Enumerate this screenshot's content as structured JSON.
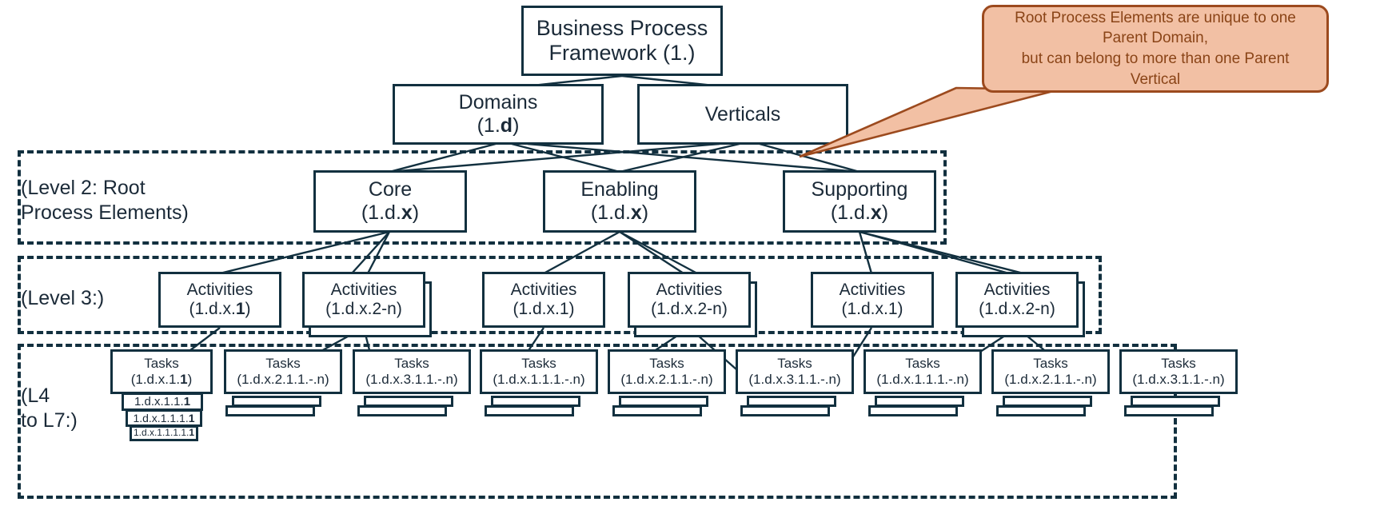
{
  "diagram": {
    "title_box": {
      "line1": "Business Process",
      "line2": "Framework (1.)"
    },
    "level1": [
      {
        "line1": "Domains",
        "line2": "(1.d)"
      },
      {
        "line1": "Verticals",
        "line2": ""
      }
    ],
    "level2": [
      {
        "line1": "Core",
        "line2": "(1.d.x)"
      },
      {
        "line1": "Enabling",
        "line2": "(1.d.x)"
      },
      {
        "line1": "Supporting",
        "line2": "(1.d.x)"
      }
    ],
    "level3": [
      {
        "line1": "Activities",
        "line2": "(1.d.x.1)"
      },
      {
        "line1": "Activities",
        "line2": "(1.d.x.2-n)"
      },
      {
        "line1": "Activities",
        "line2": "(1.d.x.1)"
      },
      {
        "line1": "Activities",
        "line2": "(1.d.x.2-n)"
      },
      {
        "line1": "Activities",
        "line2": "(1.d.x.1)"
      },
      {
        "line1": "Activities",
        "line2": "(1.d.x.2-n)"
      }
    ],
    "level4": [
      {
        "line1": "Tasks",
        "line2": "(1.d.x.1.1)"
      },
      {
        "line1": "Tasks",
        "line2": "(1.d.x.2.1.1.-.n)"
      },
      {
        "line1": "Tasks",
        "line2": "(1.d.x.3.1.1.-.n)"
      },
      {
        "line1": "Tasks",
        "line2": "(1.d.x.1.1.1.-.n)"
      },
      {
        "line1": "Tasks",
        "line2": "(1.d.x.2.1.1.-.n)"
      },
      {
        "line1": "Tasks",
        "line2": "(1.d.x.3.1.1.-.n)"
      },
      {
        "line1": "Tasks",
        "line2": "(1.d.x.1.1.1.-.n)"
      },
      {
        "line1": "Tasks",
        "line2": "(1.d.x.2.1.1.-.n)"
      },
      {
        "line1": "Tasks",
        "line2": "(1.d.x.3.1.1.-.n)"
      }
    ],
    "nested_levels": [
      {
        "label": "1.d.x.1.1.1"
      },
      {
        "label": "1.d.x.1.1.1.1"
      },
      {
        "label": "1.d.x.1.1.1.1.1"
      }
    ],
    "group_labels": {
      "level2": "(Level 2: Root\nProcess Elements)",
      "level3": "(Level 3:)",
      "level4": "(L4\nto L7:)"
    },
    "callout": {
      "text": "Root Process Elements are unique to one Parent Domain,\nbut can belong to more than one Parent Vertical"
    },
    "colors": {
      "line": "#12303f",
      "text": "#1b2a38",
      "callout_fill": "#f2c0a4",
      "callout_border": "#9c4a1e",
      "callout_text": "#8a4417"
    }
  }
}
